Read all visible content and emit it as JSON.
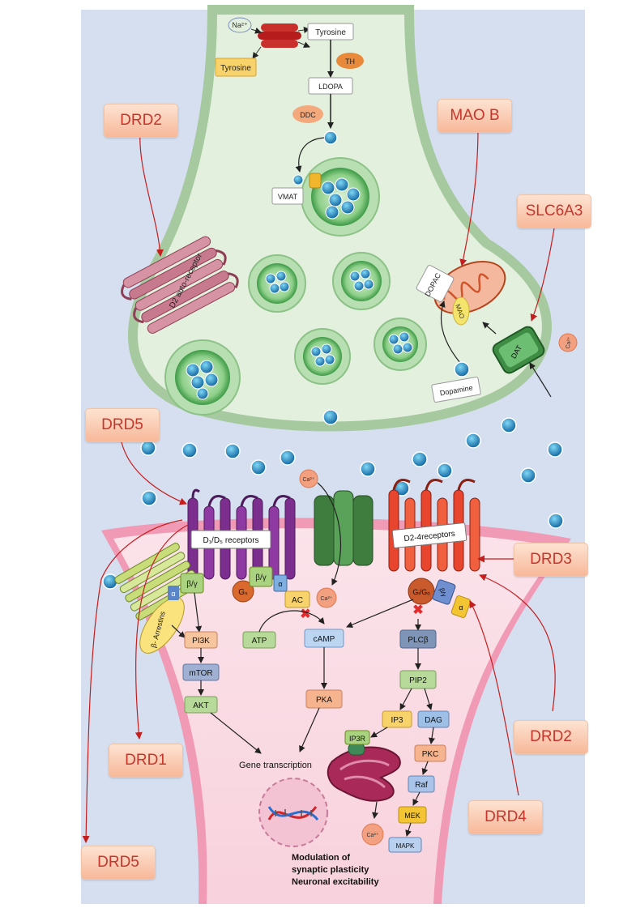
{
  "genes": {
    "drd2_top": "DRD2",
    "mao_b": "MAO B",
    "slc6a3": "SLC6A3",
    "drd5_mid": "DRD5",
    "drd3": "DRD3",
    "drd2_bottom": "DRD2",
    "drd1": "DRD1",
    "drd4": "DRD4",
    "drd5_bottom": "DRD5"
  },
  "presynaptic": {
    "na": "Na²⁺",
    "tyrosine_outside": "Tyrosine",
    "tyrosine_inside": "Tyrosine",
    "th": "TH",
    "ldopa": "LDOPA",
    "ddc": "DDC",
    "vmat": "VMAT",
    "d2_autoreceptor": "D2 auto-receptor",
    "dopac": "DOPAC",
    "mao": "MAO",
    "dat": "DAT",
    "ca": "Ca²⁺",
    "dopamine": "Dopamine"
  },
  "postsynaptic": {
    "d1d5_receptors": "D₁/D₅ receptors",
    "d24_receptors": "D2-4receptors",
    "ca_channel": "Ca²⁺",
    "ca_inside": "Ca²⁺",
    "ca_er": "Ca²⁺",
    "beta_arrestin": "β- Arrestins",
    "alpha_left": "α",
    "beta_gamma_left": "β/γ",
    "beta_gamma_gs": "β/γ",
    "alpha_gs": "α",
    "gs": "Gₛ",
    "ac": "AC",
    "gi_go": "Gᵢ/Gₒ",
    "beta_gamma_right": "β/γ",
    "alpha_right": "α",
    "atp": "ATP",
    "camp": "cAMP",
    "pka": "PKA",
    "pi3k": "PI3K",
    "mtor": "mTOR",
    "akt": "AKT",
    "plcb": "PLCβ",
    "pip2": "PIP2",
    "ip3": "IP3",
    "dag": "DAG",
    "ip3r": "IP3R",
    "pkc": "PKC",
    "raf": "Raf",
    "mek": "MEK",
    "mapk": "MAPK",
    "gene_transcription": "Gene transcription",
    "modulation_line1": "Modulation of",
    "modulation_line2": "synaptic plasticity",
    "modulation_line3": "Neuronal excitability"
  }
}
